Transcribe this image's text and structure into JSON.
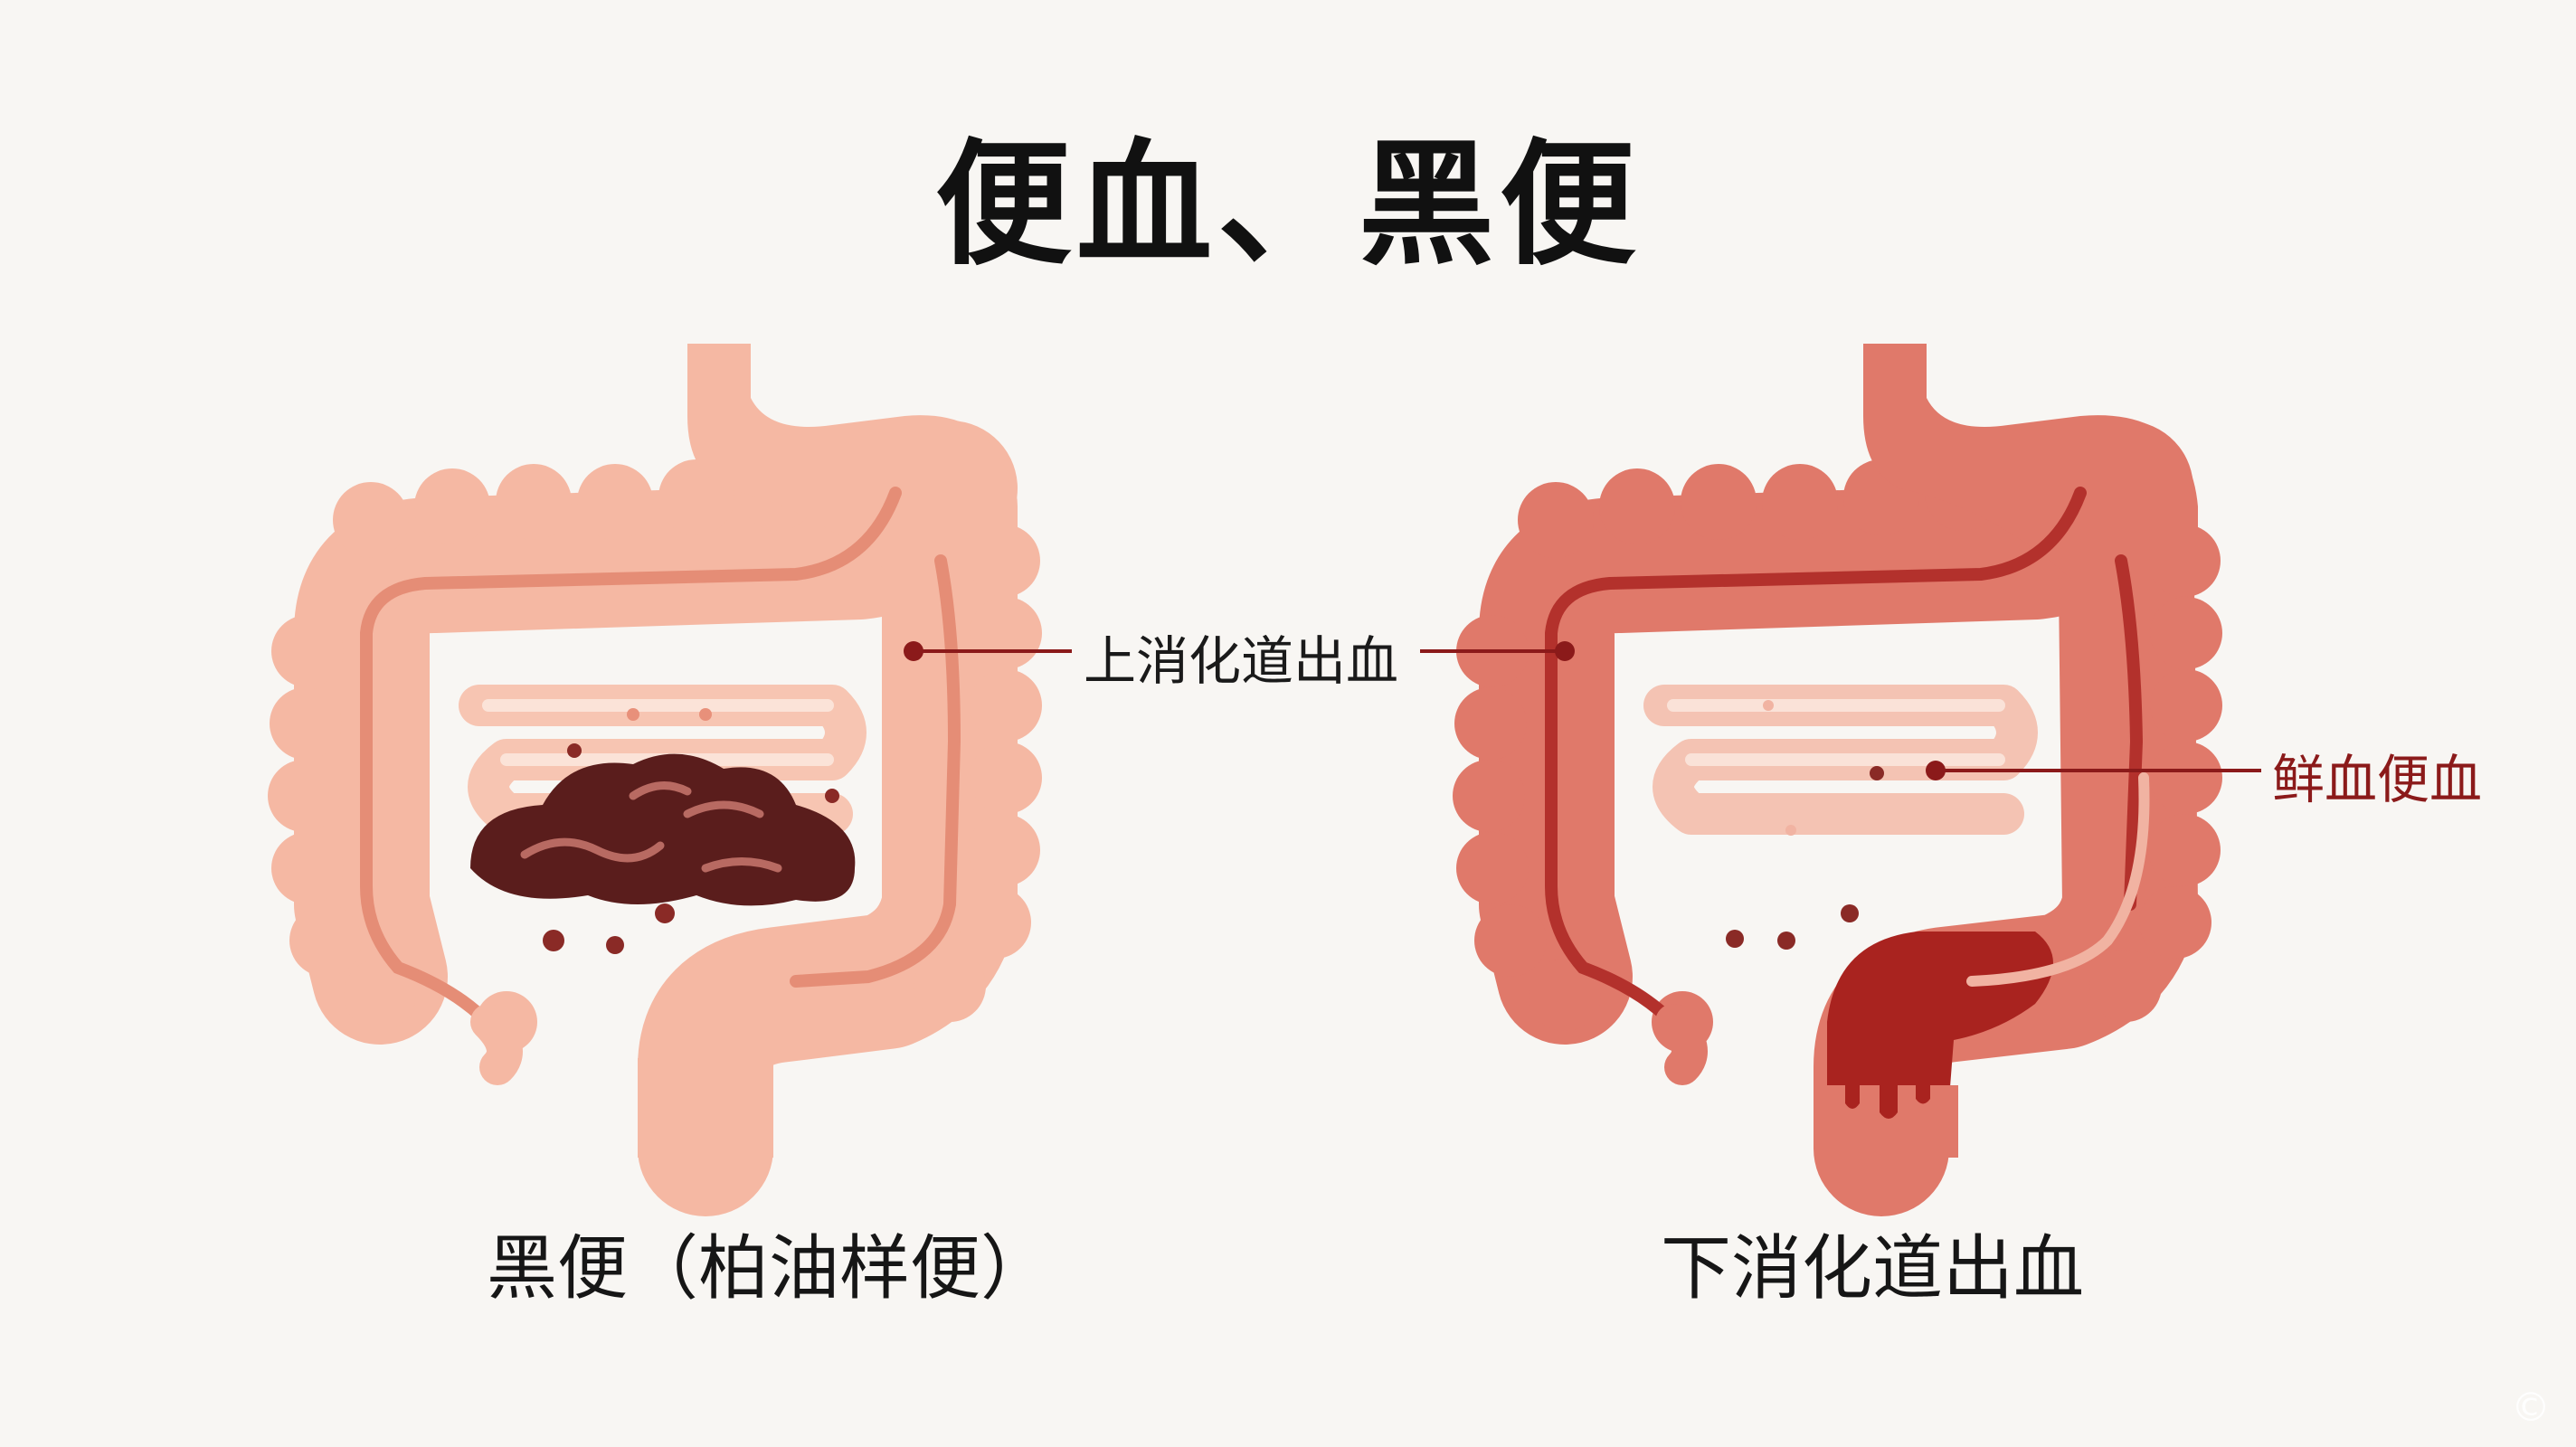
{
  "title": "便血、黑便",
  "panels": {
    "left": {
      "caption": "黑便（柏油样便）",
      "colors": {
        "intestine": "#f5b8a3",
        "inner_line": "#e58d76",
        "stool": "#5a1d1c"
      }
    },
    "right": {
      "caption": "下消化道出血",
      "colors": {
        "intestine": "#e0796a",
        "inner_line": "#b3312c",
        "blood": "#a9231f"
      }
    }
  },
  "labels": {
    "upper_gi": "上消化道出血",
    "fresh_blood": "鲜血便血"
  },
  "watermark": "©"
}
